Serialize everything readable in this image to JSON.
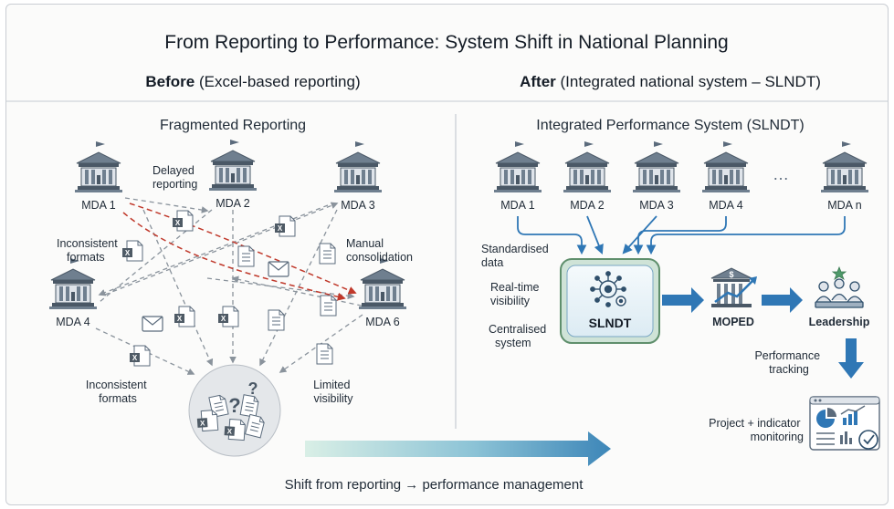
{
  "title": "From Reporting to Performance: System Shift in National Planning",
  "before": {
    "heading_bold": "Before",
    "heading_rest": "(Excel-based reporting)",
    "subtitle": "Fragmented Reporting",
    "mdas": [
      "MDA 1",
      "MDA 2",
      "MDA 3",
      "MDA 4",
      "MDA 6"
    ],
    "annotations": {
      "delayed_1": "Delayed",
      "delayed_2": "reporting",
      "inconsistent_top_1": "Inconsistent",
      "inconsistent_top_2": "formats",
      "manual_1": "Manual",
      "manual_2": "consolidation",
      "inconsistent_bottom_1": "Inconsistent",
      "inconsistent_bottom_2": "formats",
      "limited_1": "Limited",
      "limited_2": "visibility"
    }
  },
  "after": {
    "heading_bold": "After",
    "heading_rest": "(Integrated national system – SLNDT)",
    "subtitle": "Integrated Performance System (SLNDT)",
    "mdas": [
      "MDA 1",
      "MDA 2",
      "MDA 3",
      "MDA 4",
      "MDA n"
    ],
    "ellipsis": "…",
    "features": {
      "standardised_1": "Standardised",
      "standardised_2": "data",
      "realtime_1": "Real-time",
      "realtime_2": "visibility",
      "centralised_1": "Centralised",
      "centralised_2": "system"
    },
    "core_label": "SLNDT",
    "moped_label": "MOPED",
    "leadership_label": "Leadership",
    "tracking_1": "Performance",
    "tracking_2": "tracking",
    "monitoring_1": "Project + indicator",
    "monitoring_2": "monitoring"
  },
  "footer": "Shift from reporting → performance management",
  "colors": {
    "building": "#5b6b7c",
    "blue_arrow": "#2f77b5",
    "red_arrow": "#c0392b",
    "gray_arrow": "#8a939c",
    "slndt_fill": "#eaf3f8",
    "slndt_border": "#5f8f6c"
  }
}
